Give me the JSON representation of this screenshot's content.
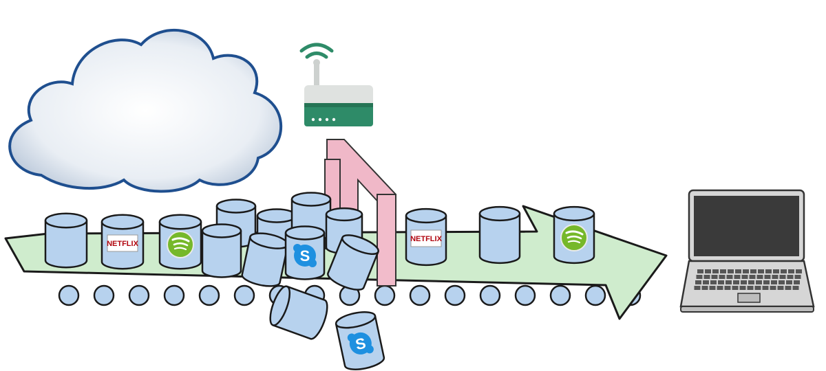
{
  "colors": {
    "cloud_fill": "#eef3f8",
    "cloud_stroke": "#1f4f8f",
    "router_green": "#2e8b68",
    "router_grey": "#cdd1cf",
    "belt_fill": "#cfeccd",
    "roller_fill": "#b7d2ee",
    "can_fill": "#b7d2ee",
    "gate_fill": "#f0b8c8",
    "gate_stroke": "#333333",
    "laptop_body": "#d6d6d6",
    "laptop_screen": "#3a3a3a",
    "netflix_red": "#b1060f",
    "spotify_green": "#76b82a",
    "skype_blue": "#1e90e0"
  },
  "icons": {
    "cloud": "cloud-icon",
    "router": "wifi-router-icon",
    "gate": "traffic-shaping-gate-icon",
    "laptop": "laptop-icon"
  },
  "brands": {
    "netflix": "NETFLIX",
    "spotify": "spotify-logo",
    "skype": "S"
  }
}
